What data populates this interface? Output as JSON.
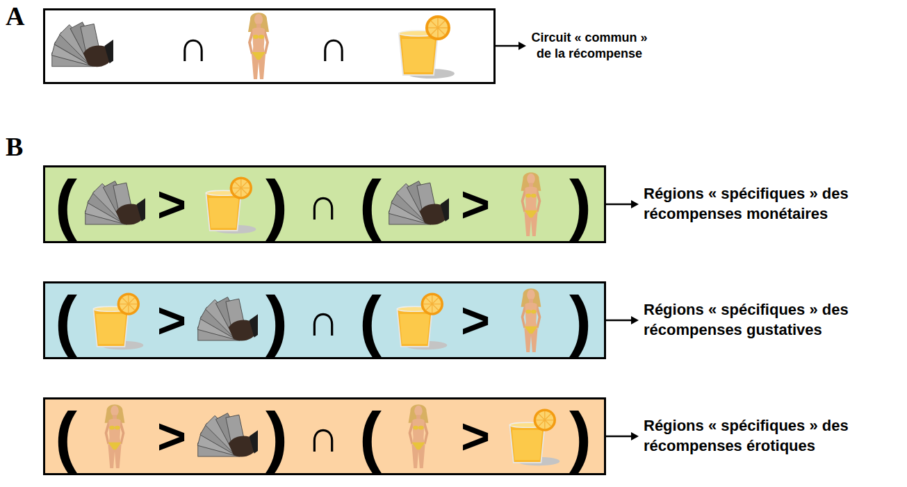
{
  "diagram": {
    "nodes": [
      {
        "text": [
          "∩",
          "∩"
        ]
      },
      {
        "text": [
          "(",
          ">",
          ")",
          "∩",
          "(",
          ">",
          ")"
        ]
      },
      {
        "text": [
          "(",
          ">",
          ")",
          "∩",
          "(",
          ">",
          ")"
        ]
      },
      {
        "text": [
          "(",
          ">",
          ")",
          "∩",
          "(",
          ">",
          ")"
        ]
      }
    ],
    "labels": [
      "A",
      "Circuit « commun » de la récompense",
      "B",
      "Régions « spécifiques » des récompenses monétaires",
      "Régions « spécifiques » des récompenses gustatives",
      "Régions « spécifiques » des récompenses érotiques"
    ]
  }
}
